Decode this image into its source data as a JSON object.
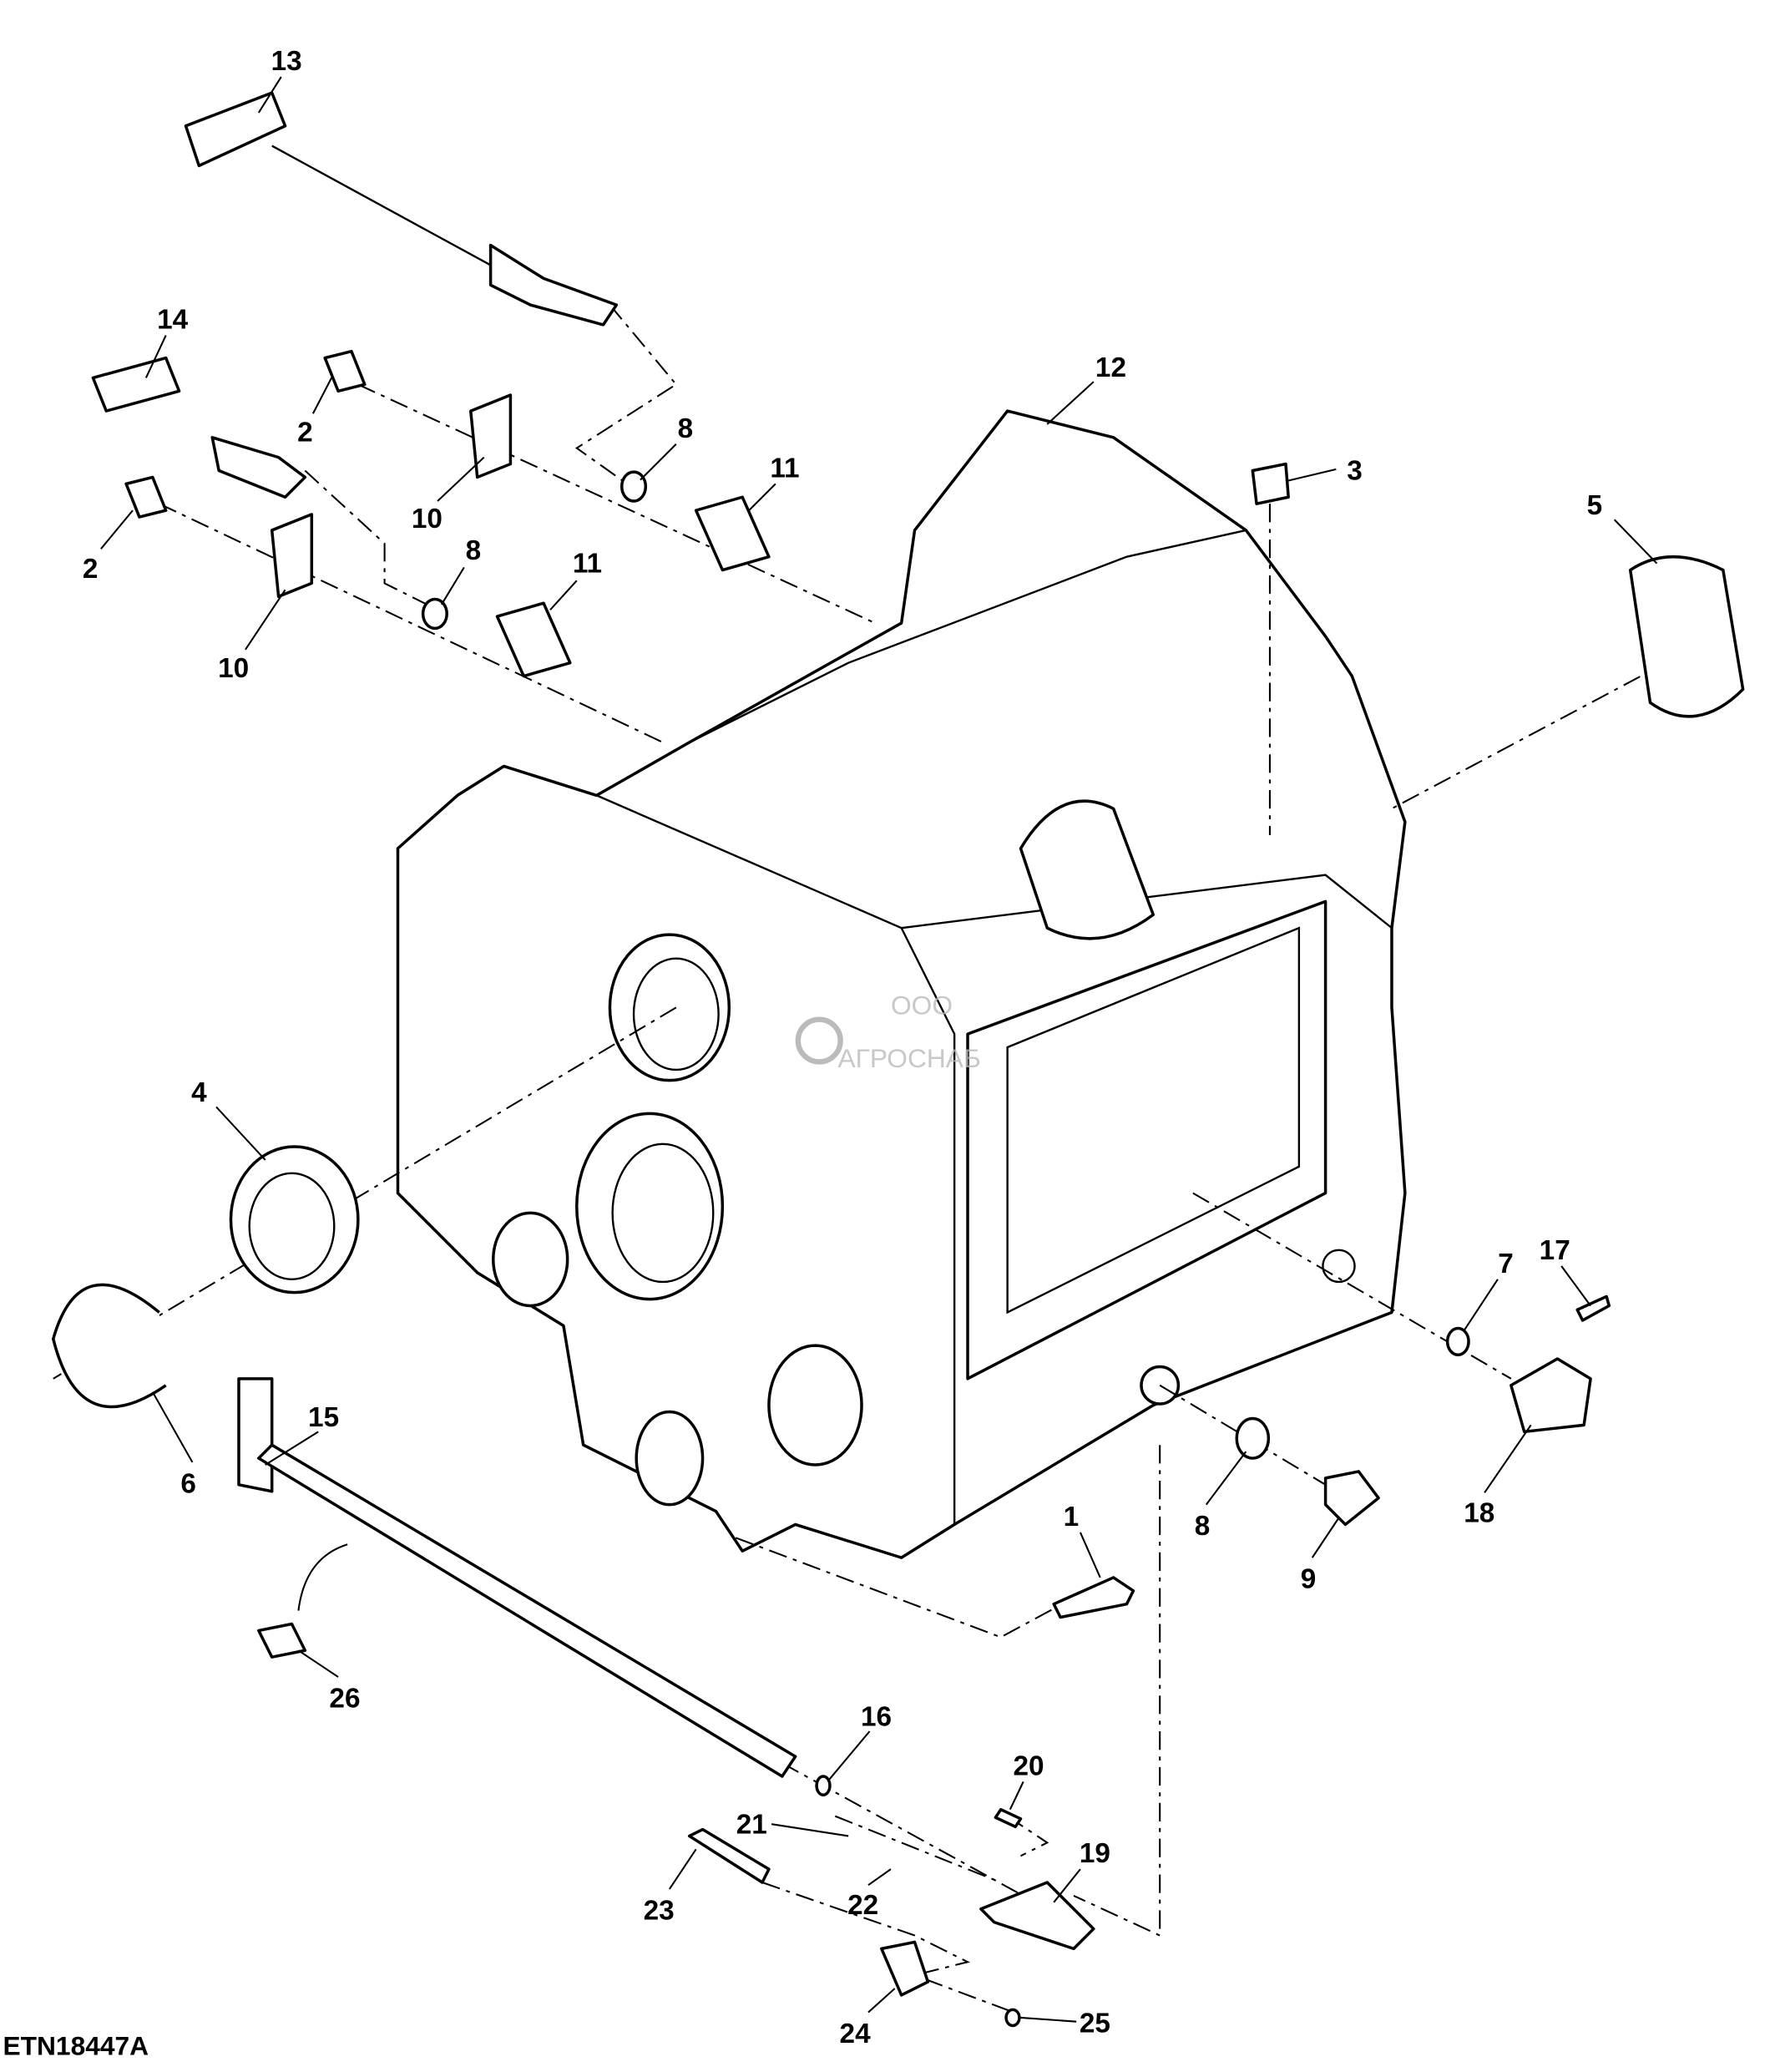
{
  "figure_id": "ETN18447A",
  "watermark": {
    "company_prefix": "ООО",
    "company_name": "АГРОСНАБ"
  },
  "callouts": [
    "13",
    "14",
    "2",
    "2",
    "10",
    "10",
    "8",
    "8",
    "11",
    "11",
    "12",
    "3",
    "5",
    "4",
    "6",
    "7",
    "17",
    "18",
    "15",
    "1",
    "8",
    "9",
    "26",
    "16",
    "20",
    "21",
    "19",
    "23",
    "22",
    "24",
    "25"
  ]
}
